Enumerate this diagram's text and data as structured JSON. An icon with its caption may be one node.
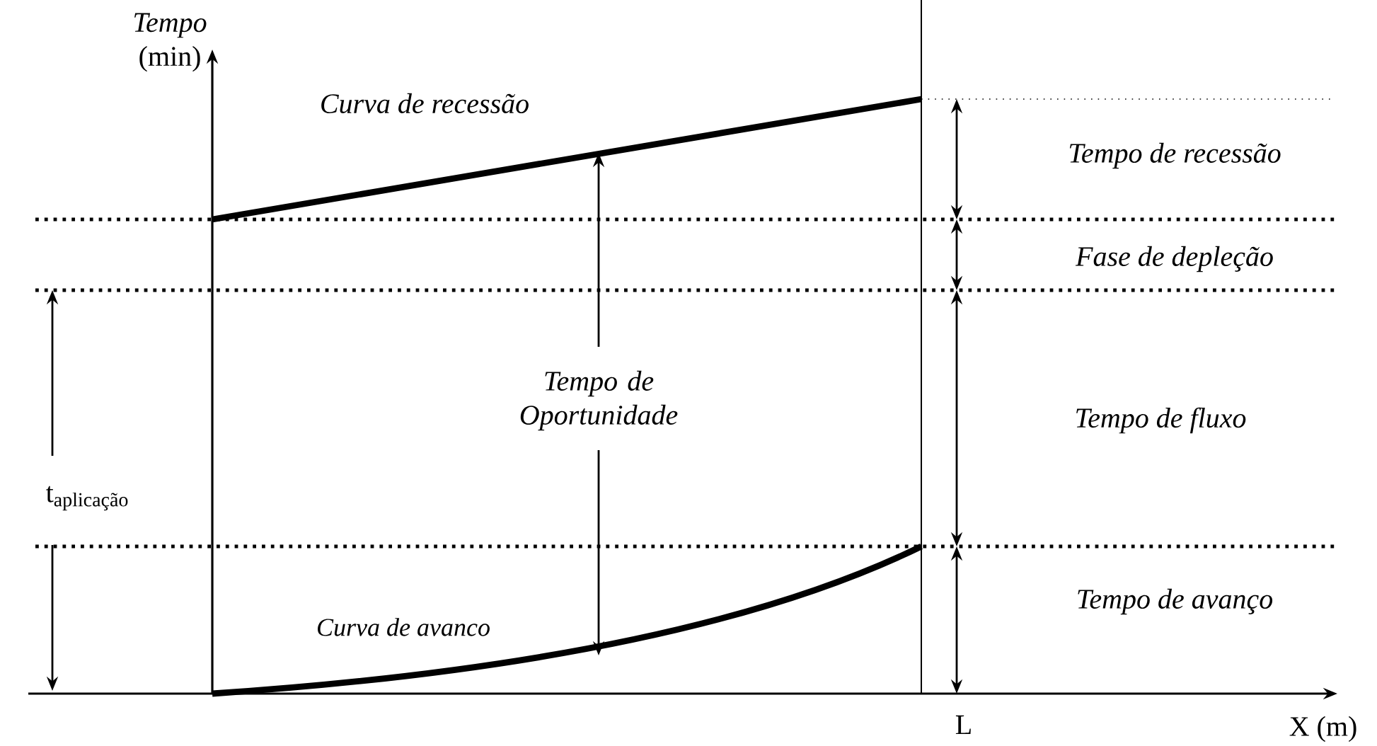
{
  "diagram": {
    "labels": [
      "*Tempo* (min)",
      "Curva de recessão",
      "Tempo de recessão",
      "Fase de depleção",
      "Tempo de Oportunidade",
      "Tempo de fluxo",
      "\\mathrm{t}_{\\text{aplicação}}",
      "Tempo de avanço",
      "Curva de avanco",
      "L",
      "X (m)"
    ]
  }
}
